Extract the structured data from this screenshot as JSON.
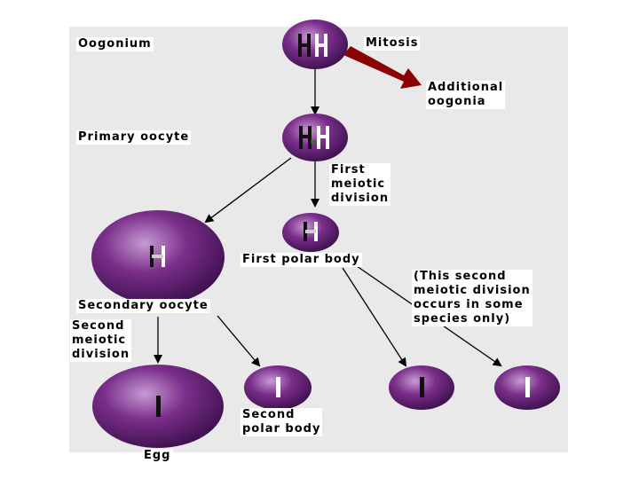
{
  "labels": {
    "oogonium": "Oogonium",
    "mitosis": "Mitosis",
    "additional_oogonia": "Additional\noogonia",
    "primary_oocyte": "Primary oocyte",
    "first_meiotic_division": "First\nmeiotic\ndivision",
    "first_polar_body": "First polar body",
    "secondary_oocyte": "Secondary oocyte",
    "second_meiotic_division_note": "(This second\nmeiotic division\noccurs in some\nspecies only)",
    "second_meiotic_division": "Second\nmeiotic\ndivision",
    "egg": "Egg",
    "second_polar_body": "Second\npolar body"
  },
  "colors": {
    "cell_dark": "#3a0f4a",
    "cell_mid": "#7a2e8a",
    "cell_light": "#c79ad3",
    "big_arrow": "#8b0000",
    "panel": "#e9e9e9"
  }
}
